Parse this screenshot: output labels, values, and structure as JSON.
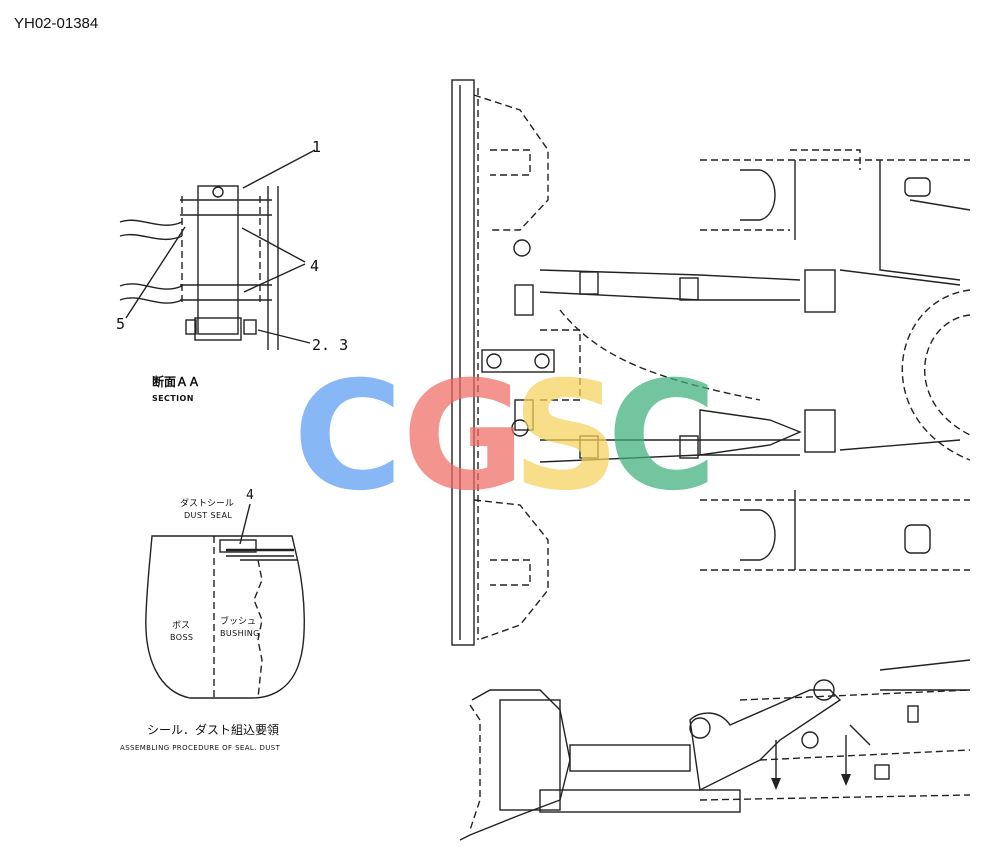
{
  "drawing_code": "YH02-01384",
  "callouts": {
    "c1": "1",
    "c4": "4",
    "c5": "5",
    "c23": "2. 3",
    "c4b": "4"
  },
  "section": {
    "title_jp": "断面ＡＡ",
    "title_en": "SECTION"
  },
  "seal_detail": {
    "dust_seal_jp": "ダストシール",
    "dust_seal_en": "DUST SEAL",
    "boss_jp": "ボス",
    "boss_en": "BOSS",
    "bushing_jp": "ブッシュ",
    "bushing_en": "BUSHING",
    "caption_jp": "シール．ダスト組込要領",
    "caption_en": "ASSEMBLING PROCEDURE OF SEAL. DUST"
  },
  "watermark": {
    "letters": [
      "C",
      "G",
      "S",
      "C"
    ],
    "colors": [
      "#5b9cf2",
      "#ef6b64",
      "#f7d25e",
      "#3db07a"
    ]
  }
}
